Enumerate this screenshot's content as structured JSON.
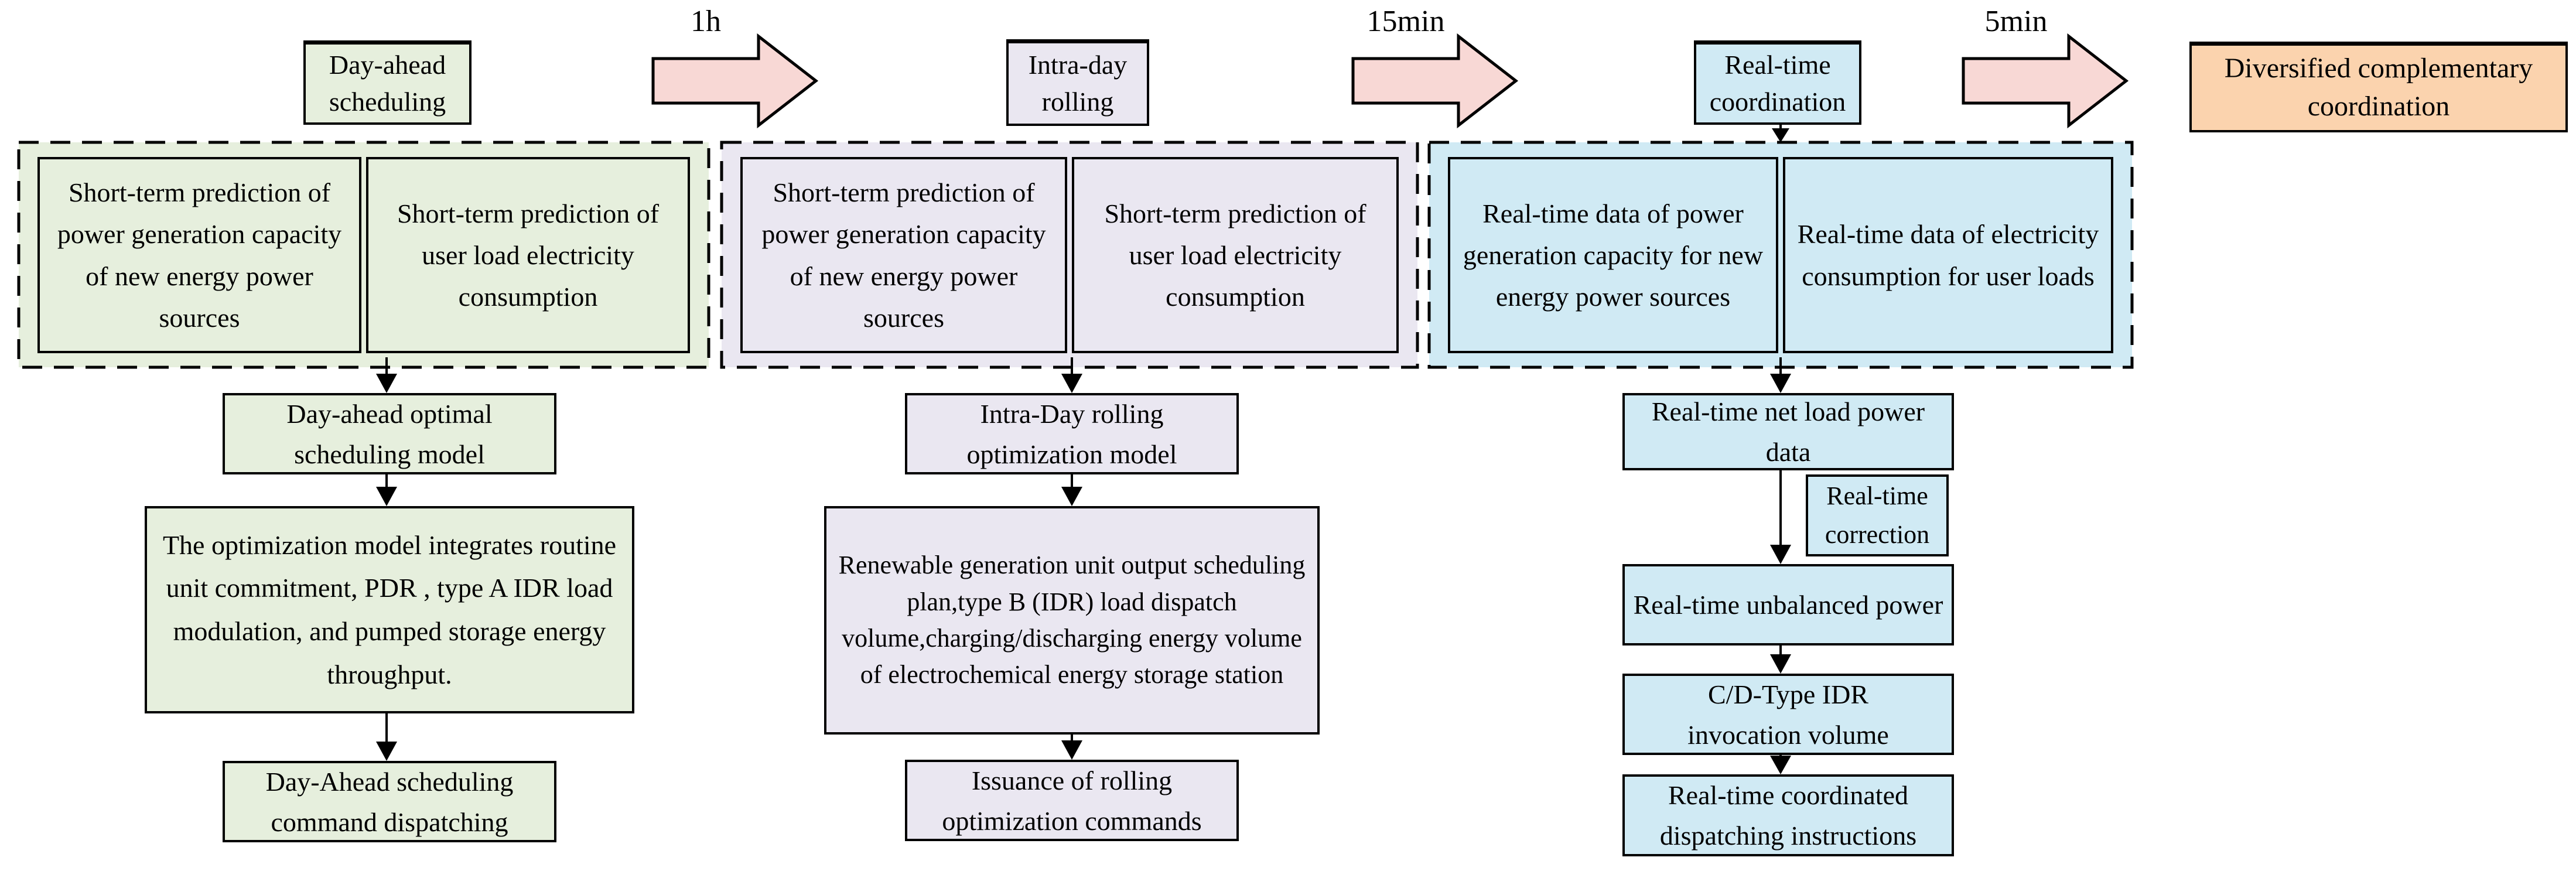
{
  "stages": [
    {
      "header": "Day-ahead scheduling",
      "interval_label": "1h",
      "inputs": [
        "Short-term prediction of power generation capacity of new energy power sources",
        "Short-term prediction of user load electricity consumption"
      ],
      "steps": [
        "Day-ahead optimal scheduling model",
        "The optimization model integrates routine unit commitment, PDR , type A IDR load modulation, and pumped storage energy throughput.",
        "Day-Ahead scheduling command dispatching"
      ],
      "fill": "#e6efdd"
    },
    {
      "header": "Intra-day rolling",
      "interval_label": "15min",
      "inputs": [
        "Short-term prediction of power generation capacity of new energy power sources",
        "Short-term prediction of user load electricity consumption"
      ],
      "steps": [
        "Intra-Day rolling optimization model",
        "Renewable generation unit output scheduling plan,type B (IDR) load dispatch volume,charging/discharging energy volume of electrochemical energy storage station",
        "Issuance of rolling optimization commands"
      ],
      "fill": "#eae7f1"
    },
    {
      "header": "Real-time coordination",
      "interval_label": "5min",
      "inputs": [
        "Real-time data of power generation capacity for new energy power sources",
        "Real-time data of electricity consumption for user loads"
      ],
      "steps": [
        "Real-time net load power data",
        "Real-time unbalanced power",
        "C/D-Type IDR invocation volume",
        "Real-time coordinated dispatching instructions"
      ],
      "correction_label": "Real-time correction",
      "fill": "#d0eaf4"
    }
  ],
  "final_stage": {
    "label": "Diversified complementary coordination",
    "fill": "#fbd3ae"
  },
  "colors": {
    "flow_arrow_fill": "#f8d8d5",
    "outline": "#000000"
  }
}
